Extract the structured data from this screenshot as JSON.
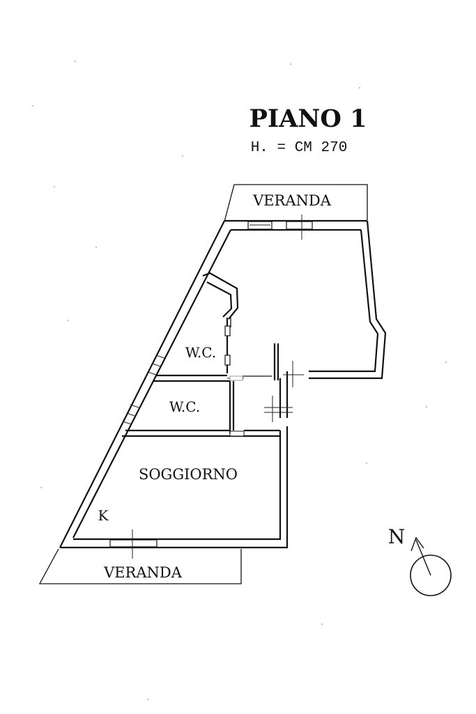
{
  "title": "PIANO 1",
  "height_note": "H. = CM 270",
  "rooms": {
    "veranda_top": "VERANDA",
    "wc_upper": "W.C.",
    "wc_lower": "W.C.",
    "living": "SOGGIORNO",
    "kitchen": "K",
    "veranda_bottom": "VERANDA"
  },
  "compass": {
    "letter": "N",
    "icon": "north-arrow-icon"
  }
}
